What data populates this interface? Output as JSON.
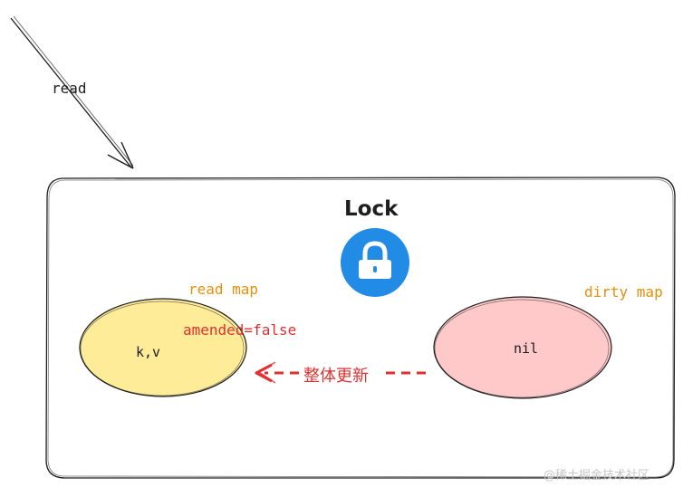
{
  "diagram": {
    "read_label": "read",
    "lock_title": "Lock",
    "read_map_label": "read map",
    "dirty_map_label": "dirty map",
    "amended_label": "amended=false",
    "read_map_content": "k,v",
    "dirty_map_content": "nil",
    "update_label": "整体更新",
    "watermark": "@稀土掘金技术社区"
  },
  "colors": {
    "read_map_fill": "#ffec99",
    "dirty_map_fill": "#ffc9c9",
    "lock_icon_bg": "#228be6",
    "label_orange": "#e8900a",
    "label_red": "#e03131",
    "stroke": "#1e1e1e"
  },
  "icons": {
    "lock": "lock-icon"
  }
}
